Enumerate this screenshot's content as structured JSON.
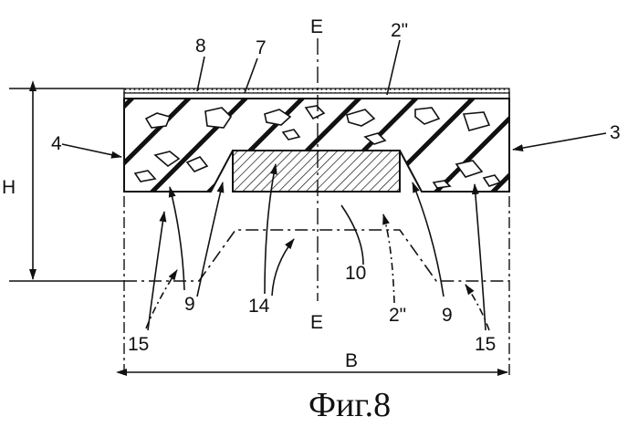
{
  "figure": {
    "caption": "Фиг.8",
    "labels": {
      "l8": "8",
      "l7": "7",
      "e_top": "E",
      "l2_top": "2\"",
      "l3": "3",
      "l4": "4",
      "h": "H",
      "l10": "10",
      "l9_left": "9",
      "l14": "14",
      "e_bottom": "E",
      "l2_bottom": "2\"",
      "l9_right": "9",
      "l15_left": "15",
      "l15_right": "15",
      "b": "B"
    },
    "colors": {
      "ink": "#111111",
      "background": "#ffffff"
    }
  }
}
